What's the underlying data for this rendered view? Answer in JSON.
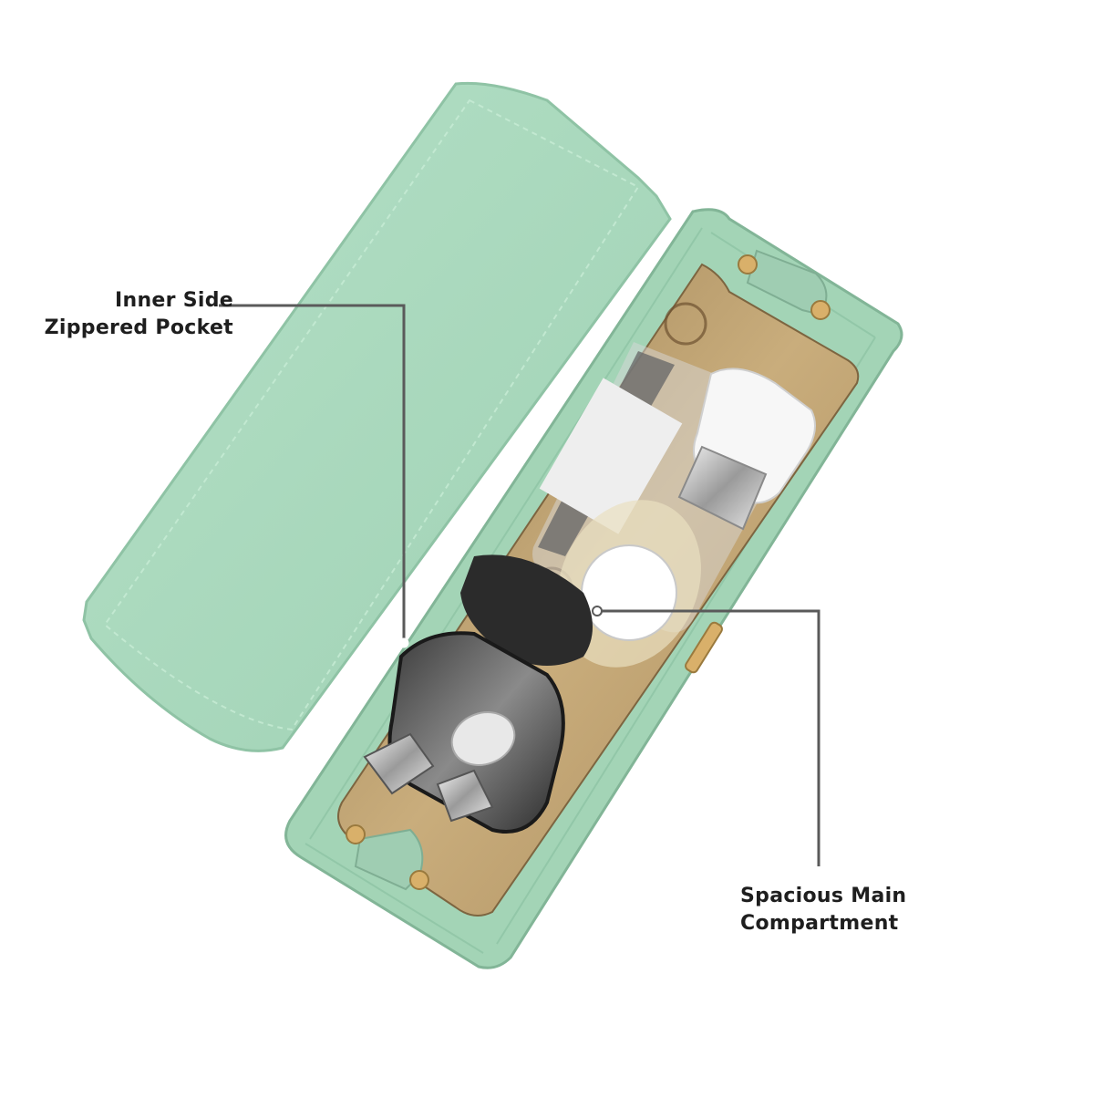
{
  "callouts": {
    "inner_pocket": {
      "line1": "Inner Side",
      "line2": "Zippered Pocket"
    },
    "main_compartment": {
      "line1": "Spacious Main",
      "line2": "Compartment"
    }
  },
  "product": {
    "bag_color": "#a9d8bc",
    "bag_shadow": "#86b99c",
    "lining_color": "#b89c6a",
    "hardware_color": "#d9b06a"
  },
  "colors": {
    "callout_line": "#5a5a5a",
    "callout_text": "#1e1e1e",
    "background": "#ffffff"
  }
}
